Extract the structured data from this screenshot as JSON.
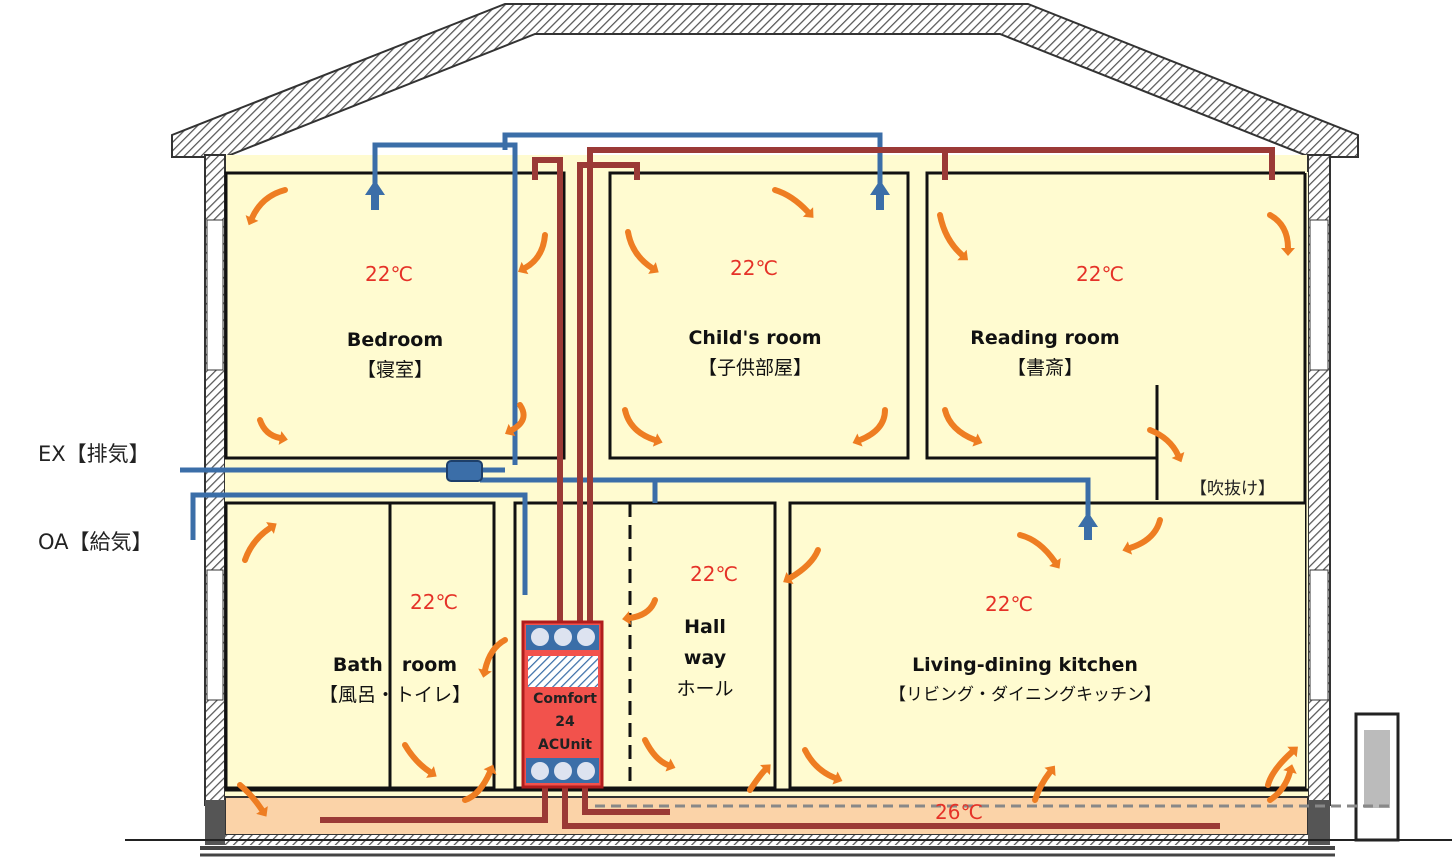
{
  "labels": {
    "exhaust": "EX【排気】",
    "outdoor_air": "OA【給気】",
    "atrium": "【吹抜け】"
  },
  "rooms": [
    {
      "en": "Bedroom",
      "jp": "【寝室】",
      "temp": "22℃"
    },
    {
      "en": "Child's room",
      "jp": "【子供部屋】",
      "temp": "22℃"
    },
    {
      "en": "Reading room",
      "jp": "【書斎】",
      "temp": "22℃"
    },
    {
      "en": "Bath　room",
      "jp": "【風呂・トイレ】",
      "temp": "22℃"
    },
    {
      "en_line1": "Hall",
      "en_line2": "way",
      "jp": "ホール",
      "temp": "22℃"
    },
    {
      "en": "Living-dining kitchen",
      "jp": "【リビング・ダイニングキッチン】",
      "temp": "22℃"
    }
  ],
  "underfloor_temp": "26℃",
  "unit": {
    "line1": "Comfort",
    "line2": "24",
    "line3": "ACUnit"
  },
  "colors": {
    "supply_duct": "#9b3a36",
    "return_duct": "#3b6ea8",
    "airflow": "#ee7d22",
    "room_fill": "#fffbd0",
    "temp_text": "#e53228",
    "unit_fill": "#f2524c"
  }
}
